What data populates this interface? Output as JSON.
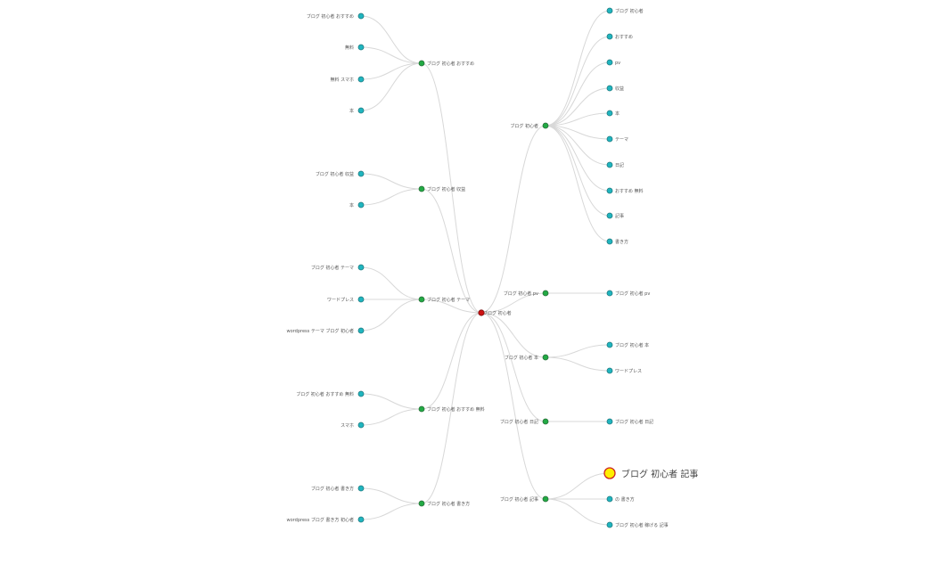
{
  "colors": {
    "root": "#cc1111",
    "branch": "#22aa44",
    "leaf": "#1fb5bf",
    "highlight_fill": "#ffee00",
    "highlight_stroke": "#cc2222",
    "link": "#d8d8d8"
  },
  "tree": {
    "root": "ブログ 初心者",
    "left": [
      {
        "label": "ブログ 初心者 おすすめ",
        "children": [
          "ブログ 初心者 おすすめ",
          "無料",
          "無料 スマホ",
          "本"
        ]
      },
      {
        "label": "ブログ 初心者 収益",
        "children": [
          "ブログ 初心者 収益",
          "本"
        ]
      },
      {
        "label": "ブログ 初心者 テーマ",
        "children": [
          "ブログ 初心者 テーマ",
          "ワードプレス",
          "wordpress テーマ ブログ 初心者"
        ]
      },
      {
        "label": "ブログ 初心者 おすすめ 無料",
        "children": [
          "ブログ 初心者 おすすめ 無料",
          "スマホ"
        ]
      },
      {
        "label": "ブログ 初心者 書き方",
        "children": [
          "ブログ 初心者 書き方",
          "wordpress ブログ 書き方 初心者"
        ]
      }
    ],
    "right": [
      {
        "label": "ブログ 初心者",
        "children": [
          "ブログ 初心者",
          "おすすめ",
          "pv",
          "収益",
          "本",
          "テーマ",
          "日記",
          "おすすめ 無料",
          "記事",
          "書き方"
        ]
      },
      {
        "label": "ブログ 初心者 pv",
        "children": [
          "ブログ 初心者 pv"
        ]
      },
      {
        "label": "ブログ 初心者 本",
        "children": [
          "ブログ 初心者 本",
          "ワードプレス"
        ]
      },
      {
        "label": "ブログ 初心者 日記",
        "children": [
          "ブログ 初心者 日記"
        ]
      },
      {
        "label": "ブログ 初心者 記事",
        "children": [
          "ブログ 初心者 記事",
          "の 書き方",
          "ブログ 初心者 稼げる 記事"
        ],
        "highlight_index": 0
      }
    ]
  }
}
